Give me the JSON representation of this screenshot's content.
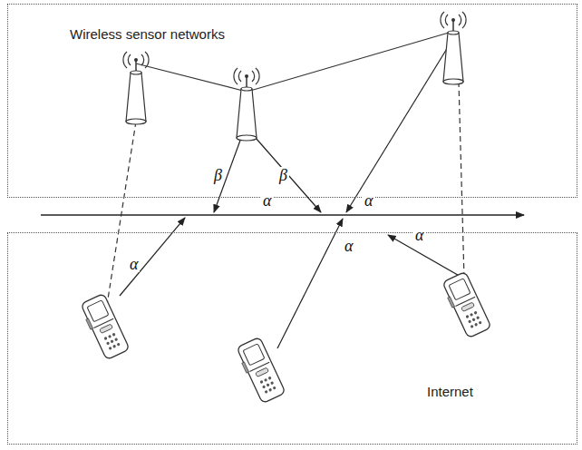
{
  "diagram": {
    "nodes": [
      {
        "text": [
          "Wireless sensor networks"
        ]
      },
      {
        "text": [
          "Internet"
        ]
      }
    ],
    "labels": [
      "β",
      "β",
      "α",
      "α",
      "α",
      "α",
      "α"
    ]
  }
}
